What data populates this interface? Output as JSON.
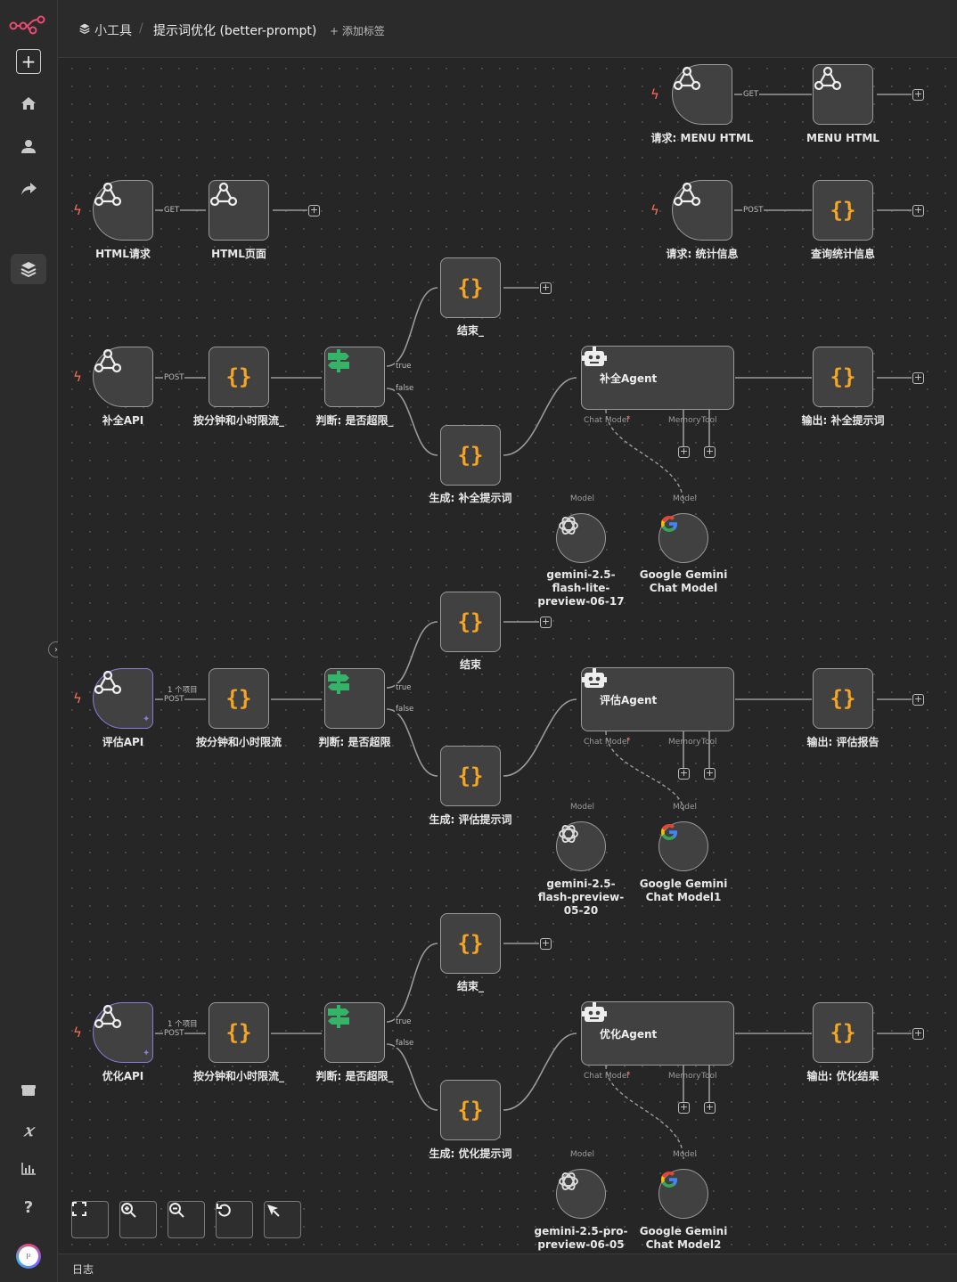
{
  "breadcrumb": {
    "folder": "小工具",
    "separator": "/",
    "workflow_name": "提示词优化 (better-prompt)",
    "add_tag": "+ 添加标签"
  },
  "sidebar": {
    "logo": "n8n-logo-icon",
    "items": [
      "add-icon",
      "home-icon",
      "user-icon",
      "share-icon",
      "layers-icon",
      "templates-icon",
      "variables-icon",
      "insights-icon",
      "help-icon",
      "avatar"
    ]
  },
  "nodes": {
    "req_menu": "请求: MENU HTML",
    "menu_html": "MENU HTML",
    "html_req": "HTML请求",
    "html_page": "HTML页面",
    "req_stats": "请求: 统计信息",
    "query_stats": "查询统计信息",
    "end1": "结束_",
    "complete_api": "补全API",
    "rate1": "按分钟和小时限流_",
    "judge1": "判断: 是否超限_",
    "agent1": "补全Agent",
    "out1": "输出: 补全提示词",
    "gen1": "生成: 补全提示词",
    "model1a": "gemini-2.5-flash-lite-preview-06-17",
    "model1b": "Google Gemini Chat Model",
    "end2": "结束",
    "eval_api": "评估API",
    "rate2": "按分钟和小时限流",
    "judge2": "判断: 是否超限",
    "agent2": "评估Agent",
    "out2": "输出: 评估报告",
    "gen2": "生成: 评估提示词",
    "model2a": "gemini-2.5-flash-preview-05-20",
    "model2b": "Google Gemini Chat Model1",
    "end3": "结束_",
    "opt_api": "优化API",
    "rate3": "按分钟和小时限流_",
    "judge3": "判断: 是否超限_",
    "agent3": "优化Agent",
    "out3": "输出: 优化结果",
    "gen3": "生成: 优化提示词",
    "model3a": "gemini-2.5-pro-preview-06-05",
    "model3b": "Google Gemini Chat Model2"
  },
  "edge_labels": {
    "get": "GET",
    "post": "POST",
    "true": "true",
    "false": "false",
    "items": "1 个项目"
  },
  "agent_ports": {
    "chat_model": "Chat Model",
    "required_mark": "*",
    "memory": "Memory",
    "tool": "Tool",
    "model": "Model"
  },
  "zoom_controls": [
    "fit-view-icon",
    "zoom-in-icon",
    "zoom-out-icon",
    "reset-zoom-icon",
    "tidy-up-icon"
  ],
  "logs_label": "日志",
  "colors": {
    "accent": "#ff6d5a",
    "code_braces": "#f5a623",
    "switch_green": "#35b369",
    "pinned_purple": "#8e7ad8"
  }
}
